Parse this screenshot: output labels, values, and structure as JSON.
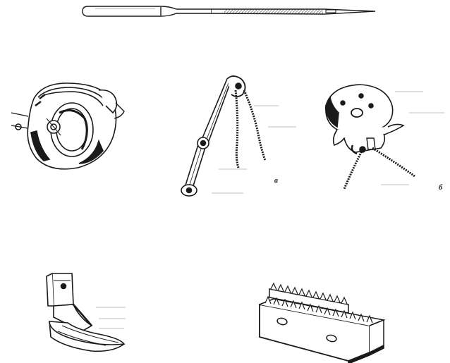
{
  "figure": {
    "parts": [
      {
        "id": "needle",
        "icon": "sewing-needle-icon"
      },
      {
        "id": "shuttle",
        "icon": "rotary-shuttle-hook-icon"
      },
      {
        "id": "thread-take-up-lever",
        "icon": "take-up-lever-icon",
        "label": "а"
      },
      {
        "id": "bobbin-case-thread",
        "icon": "bobbin-case-icon",
        "label": "б"
      },
      {
        "id": "presser-foot",
        "icon": "presser-foot-icon"
      },
      {
        "id": "feed-dog",
        "icon": "feed-dog-rack-icon"
      }
    ]
  },
  "colors": {
    "ink": "#1a1a1a",
    "paper": "#ffffff"
  }
}
